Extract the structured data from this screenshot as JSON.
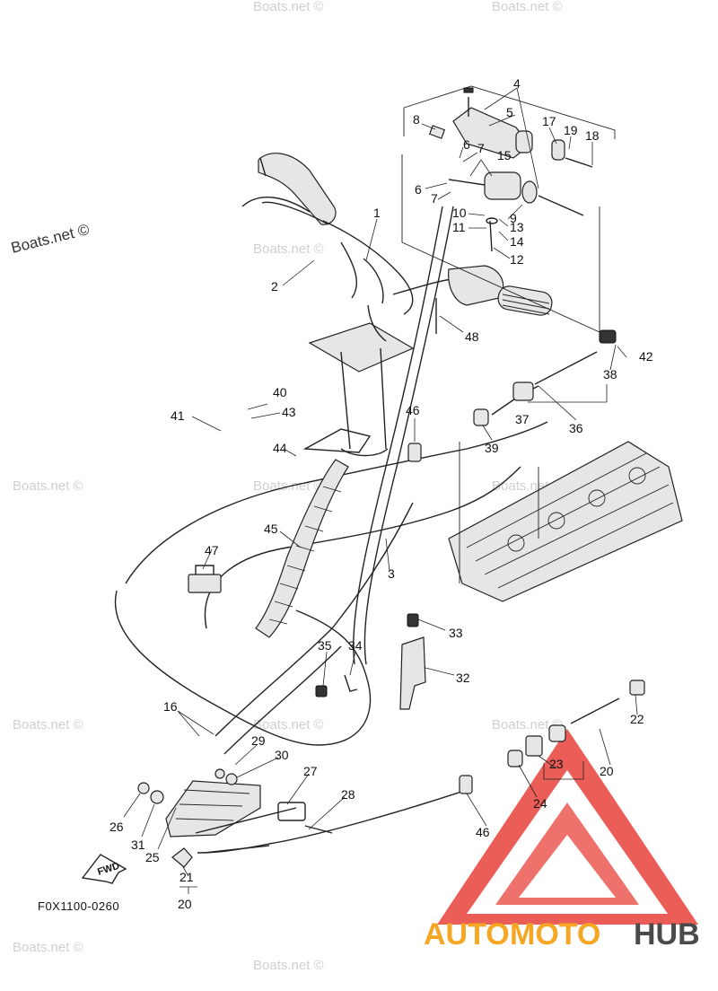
{
  "diagram": {
    "code": "F0X1100-0260",
    "fwd_label": "FWD"
  },
  "watermarks": {
    "text": "Boats.net ©"
  },
  "brand": {
    "part1": "AUTO",
    "part2": "MOTO",
    "part3": "HUB",
    "color_orange": "#f5a623",
    "color_dark": "#4a4a4a",
    "color_red": "#e8413a"
  },
  "callouts": {
    "c1": "1",
    "c2": "2",
    "c3": "3",
    "c4": "4",
    "c5": "5",
    "c6a": "6",
    "c6b": "6",
    "c7a": "7",
    "c7b": "7",
    "c8": "8",
    "c9": "9",
    "c10": "10",
    "c11": "11",
    "c12": "12",
    "c13": "13",
    "c14": "14",
    "c15": "15",
    "c16": "16",
    "c17": "17",
    "c18": "18",
    "c19": "19",
    "c20a": "20",
    "c20b": "20",
    "c21": "21",
    "c22": "22",
    "c23": "23",
    "c24": "24",
    "c25": "25",
    "c26": "26",
    "c27": "27",
    "c28": "28",
    "c29": "29",
    "c30": "30",
    "c31": "31",
    "c32": "32",
    "c33": "33",
    "c34": "34",
    "c35": "35",
    "c36": "36",
    "c37": "37",
    "c38": "38",
    "c39": "39",
    "c40": "40",
    "c41": "41",
    "c42": "42",
    "c43": "43",
    "c44": "44",
    "c45": "45",
    "c46a": "46",
    "c46b": "46",
    "c47": "47",
    "c48": "48"
  }
}
